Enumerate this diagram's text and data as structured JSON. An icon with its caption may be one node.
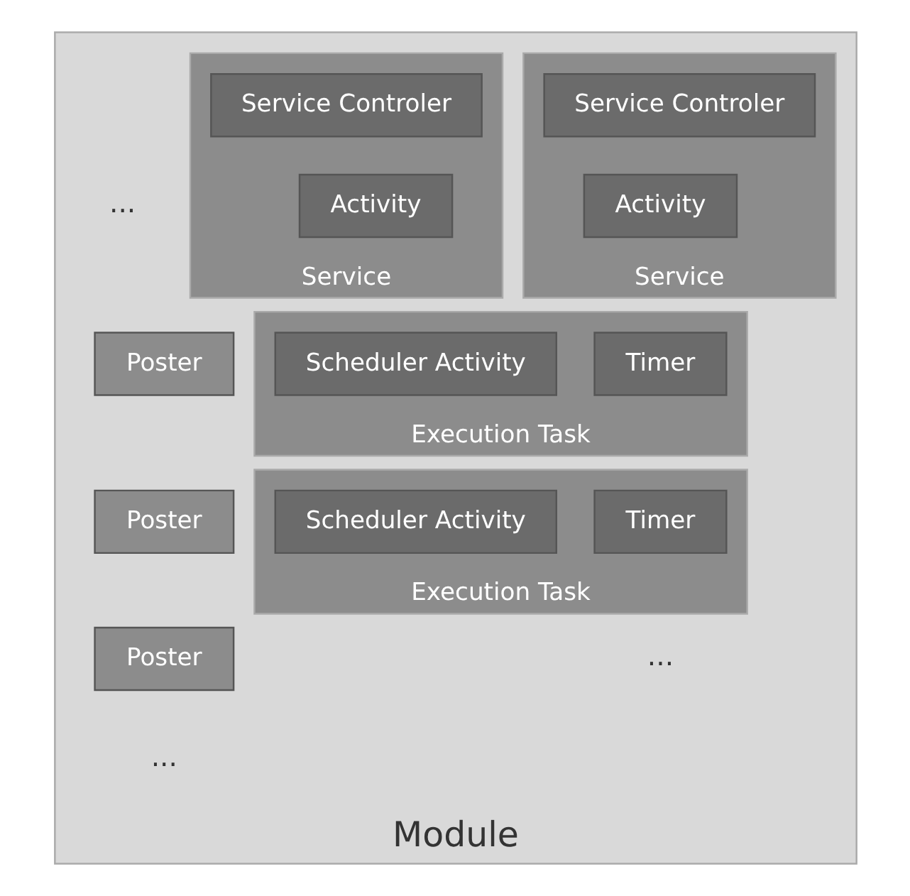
{
  "diagram": {
    "nodes": [
      {
        "text": [
          "Module"
        ]
      },
      {
        "text": [
          "Service"
        ],
        "in": 0
      },
      {
        "text": [
          "Service Controler"
        ],
        "in": 1
      },
      {
        "text": [
          "Activity"
        ],
        "in": 1
      },
      {
        "text": [
          "Service"
        ],
        "in": 0
      },
      {
        "text": [
          "Service Controler"
        ],
        "in": 4
      },
      {
        "text": [
          "Activity"
        ],
        "in": 4
      },
      {
        "text": [
          "Execution Task"
        ],
        "in": 0
      },
      {
        "text": [
          "Timer"
        ],
        "in": 7
      },
      {
        "text": [
          "Scheduler Activity"
        ],
        "in": 7
      },
      {
        "text": [
          "Execution Task"
        ],
        "in": 0
      },
      {
        "text": [
          "Timer"
        ],
        "in": 10
      },
      {
        "text": [
          "Scheduler Activity"
        ],
        "in": 10
      },
      {
        "text": [
          "Poster"
        ],
        "in": 0
      },
      {
        "text": [
          "Poster"
        ],
        "in": 0
      },
      {
        "text": [
          "Poster"
        ],
        "in": 0
      }
    ],
    "edges": [],
    "labels": [
      "...",
      "...",
      "..."
    ]
  }
}
